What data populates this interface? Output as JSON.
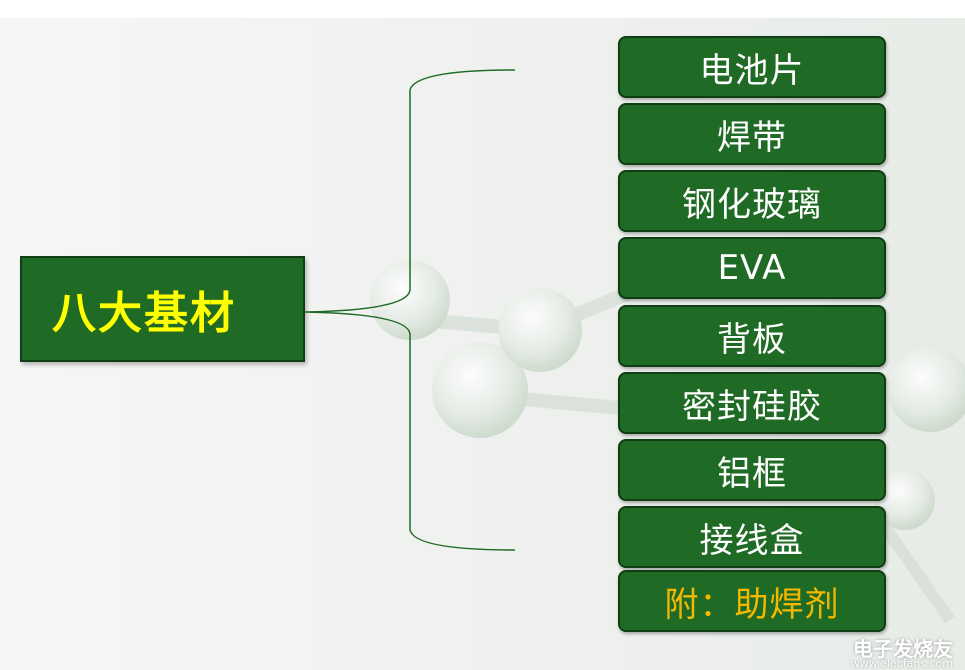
{
  "colors": {
    "box_fill": "#1f6a24",
    "root_text": "#ffff00",
    "item_text": "#ffffff",
    "accent_text": "#f5b800",
    "bracket_line": "#1f6a24"
  },
  "root": {
    "label": "八大基材"
  },
  "items": [
    {
      "label": "电池片"
    },
    {
      "label": "焊带"
    },
    {
      "label": "钢化玻璃"
    },
    {
      "label": "EVA"
    },
    {
      "label": "背板"
    },
    {
      "label": "密封硅胶"
    },
    {
      "label": "铝框"
    },
    {
      "label": "接线盒"
    },
    {
      "label": "附：助焊剂"
    }
  ],
  "watermark": {
    "text": "电子发烧友",
    "url": "www.elecfans.com"
  }
}
